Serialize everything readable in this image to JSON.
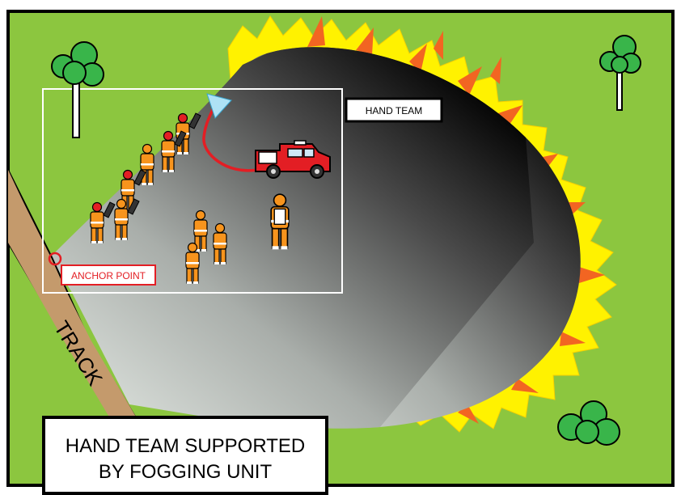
{
  "diagram": {
    "labels": {
      "hand_team": "HAND TEAM",
      "anchor_point": "ANCHOR POINT",
      "track": "TRACK",
      "caption_line1": "HAND TEAM SUPPORTED",
      "caption_line2": "BY FOGGING UNIT"
    },
    "colors": {
      "grass": "#8cc63f",
      "flame_yellow": "#fff200",
      "flame_orange": "#f26522",
      "track": "#c49a6c",
      "truck": "#e31e24",
      "hose": "#e31e24",
      "anchor": "#e31e24",
      "firefighter": "#f7941d",
      "tree": "#39b54a",
      "spray": "#aee2f5"
    },
    "icons": [
      "tree-icon",
      "bush-icon",
      "fire-truck-icon",
      "firefighter-icon",
      "flame-icon",
      "anchor-point-icon",
      "fog-nozzle-icon"
    ]
  }
}
